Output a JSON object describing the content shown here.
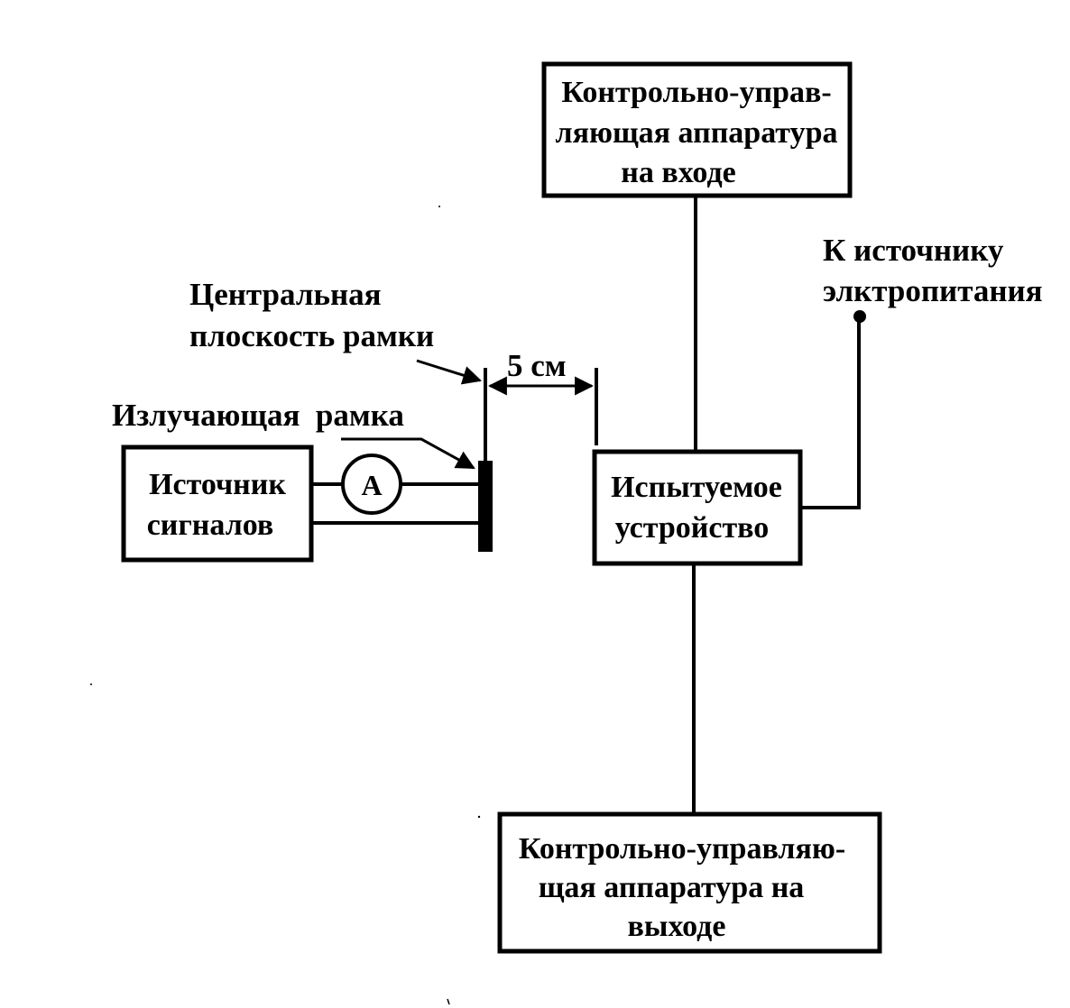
{
  "boxes": {
    "input_control": {
      "lines": [
        "Контрольно-управ-",
        "ляющая аппаратура",
        "на входе"
      ]
    },
    "output_control": {
      "lines": [
        "Контрольно-управляю-",
        "щая аппаратура на",
        "выходе"
      ]
    },
    "signal_source": {
      "lines": [
        "Источник",
        "сигналов"
      ]
    },
    "device_under_test": {
      "lines": [
        "Испытуемое",
        "устройство"
      ]
    }
  },
  "ammeter": {
    "symbol": "А"
  },
  "labels": {
    "central_plane": [
      "Центральная",
      "плоскость рамки"
    ],
    "radiating_frame": "Излучающая  рамка",
    "distance": "5 см",
    "power_supply": [
      "К источнику",
      "элктропитания"
    ]
  }
}
